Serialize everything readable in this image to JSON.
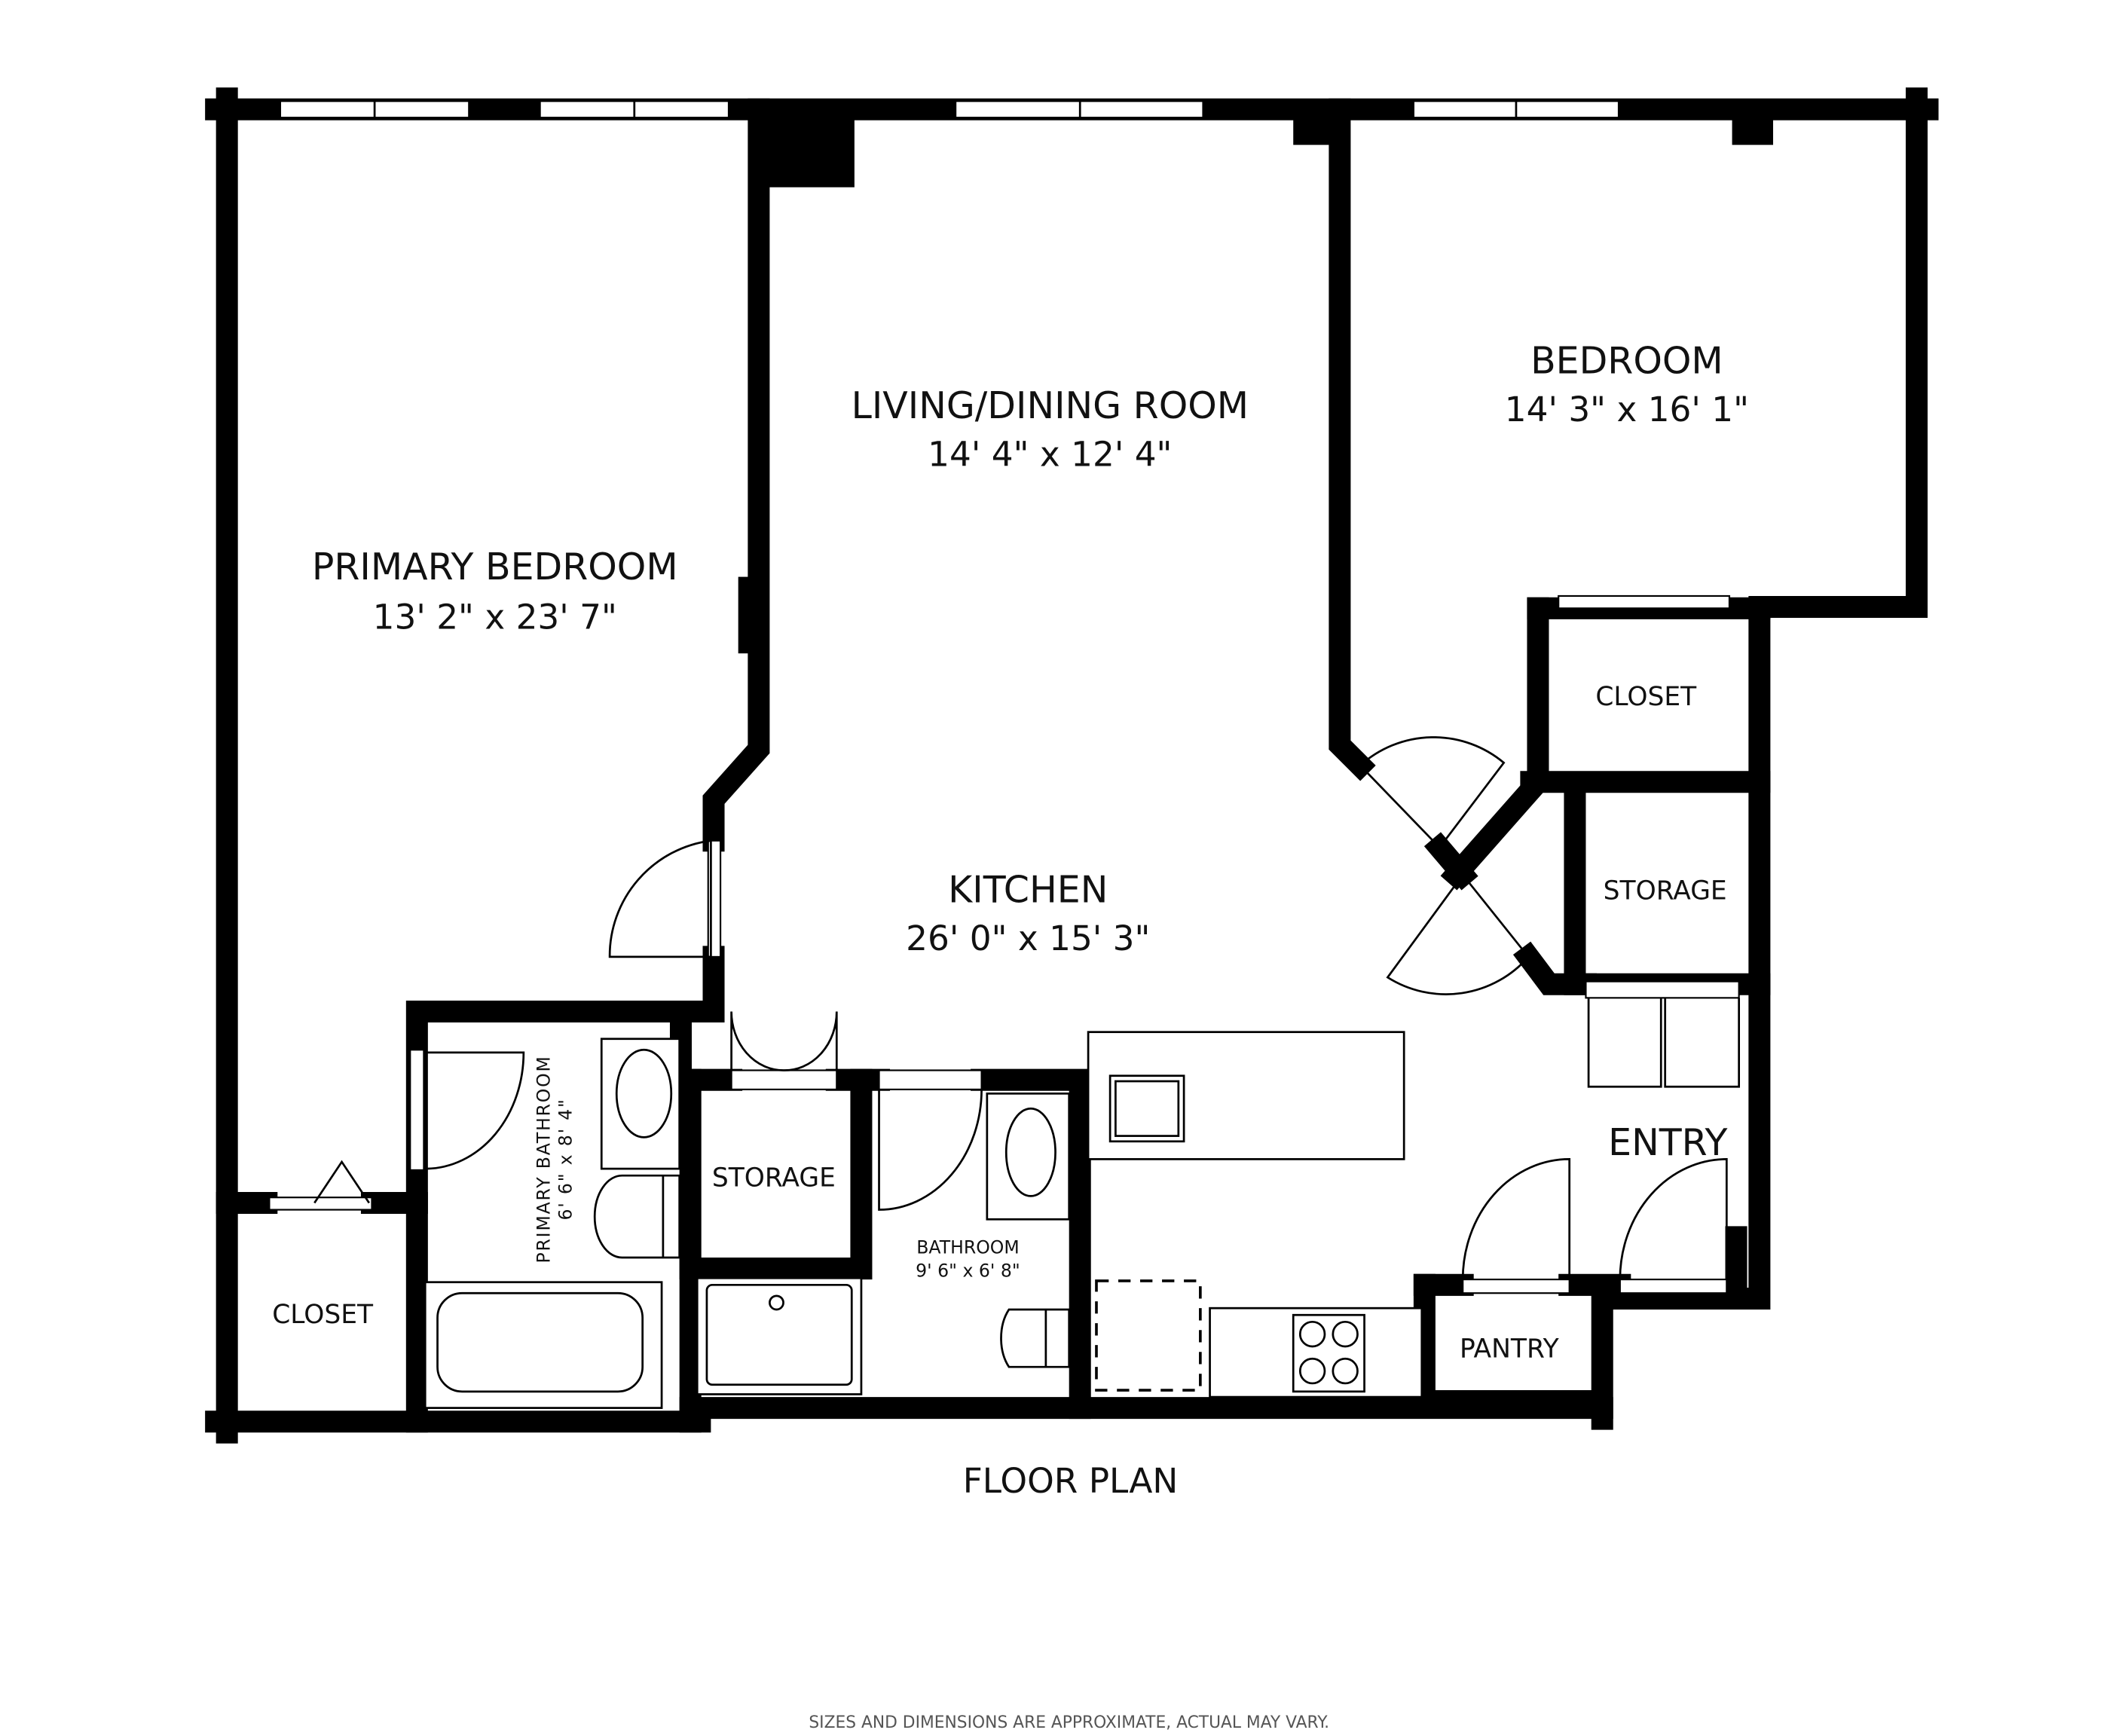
{
  "rooms": {
    "primary_bedroom": {
      "name": "PRIMARY BEDROOM",
      "dims": "13' 2\" x 23' 7\""
    },
    "living": {
      "name": "LIVING/DINING ROOM",
      "dims": "14' 4\" x 12' 4\""
    },
    "bedroom": {
      "name": "BEDROOM",
      "dims": "14' 3\" x 16' 1\""
    },
    "kitchen": {
      "name": "KITCHEN",
      "dims": "26' 0\" x 15' 3\""
    },
    "primary_bath": {
      "name": "PRIMARY BATHROOM",
      "dims": "6' 6\" x 8' 4\""
    },
    "bathroom": {
      "name": "BATHROOM",
      "dims": "9' 6\" x 6' 8\""
    },
    "closet_bedroom": {
      "name": "CLOSET"
    },
    "closet_primary": {
      "name": "CLOSET"
    },
    "storage_entry": {
      "name": "STORAGE"
    },
    "storage_center": {
      "name": "STORAGE"
    },
    "entry": {
      "name": "ENTRY"
    },
    "pantry": {
      "name": "PANTRY"
    }
  },
  "title": "FLOOR PLAN",
  "disclaimer": "SIZES AND DIMENSIONS ARE APPROXIMATE, ACTUAL MAY VARY."
}
